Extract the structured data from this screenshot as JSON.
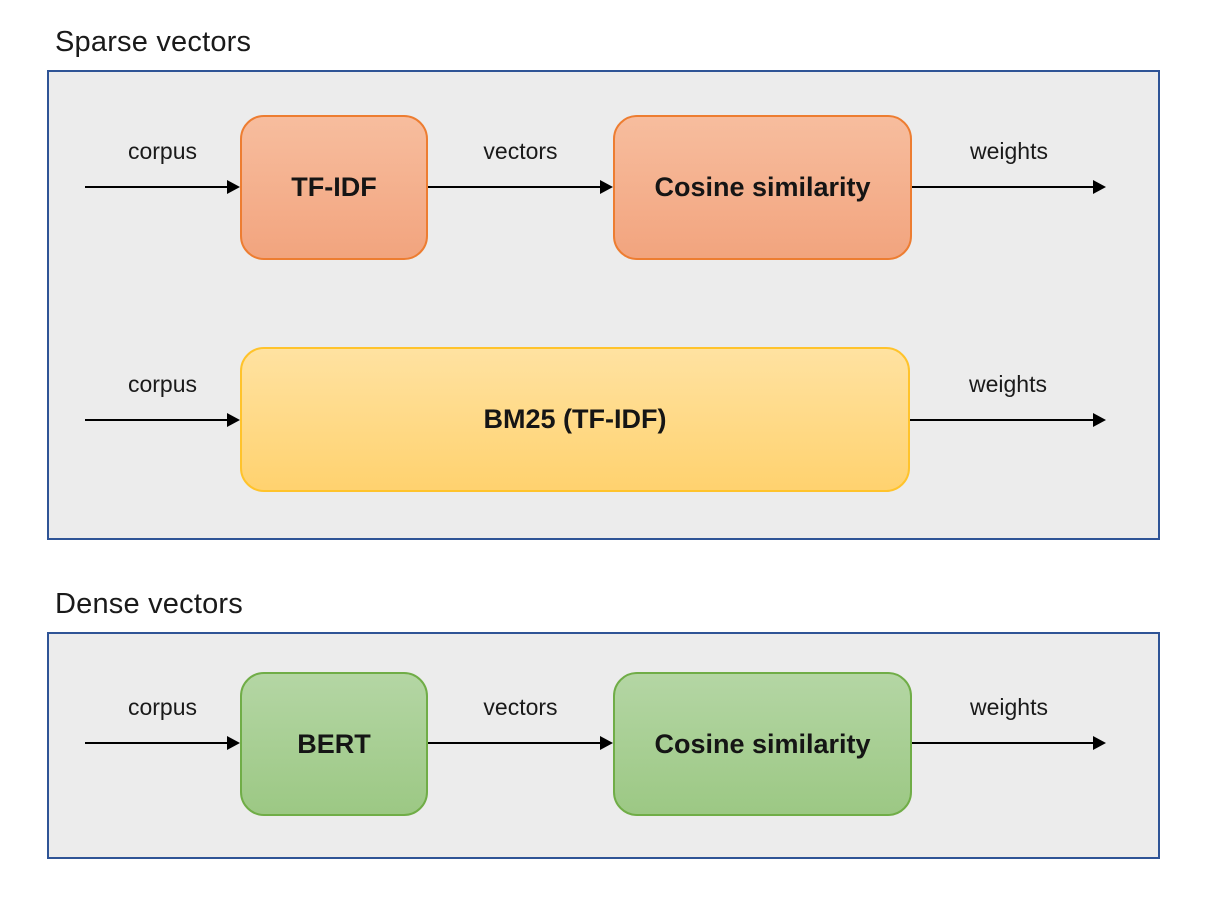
{
  "colors": {
    "page_bg": "#ffffff",
    "panel_bg": "#ececec",
    "panel_border": "#2f5496",
    "salmon_top": "#f7bd9e",
    "salmon_bottom": "#f2a47e",
    "salmon_border": "#ed7d31",
    "gold_top": "#ffe2a1",
    "gold_bottom": "#ffd26f",
    "gold_border": "#ffc32b",
    "green_top": "#b4d6a4",
    "green_bottom": "#9cc884",
    "green_border": "#70ad47",
    "arrow_color": "#000000",
    "text_color": "#1a1a1a"
  },
  "sparse": {
    "title": "Sparse vectors",
    "row1": {
      "in_label": "corpus",
      "node1": "TF-IDF",
      "mid_label": "vectors",
      "node2": "Cosine similarity",
      "out_label": "weights"
    },
    "row2": {
      "in_label": "corpus",
      "node1": "BM25 (TF-IDF)",
      "out_label": "weights"
    }
  },
  "dense": {
    "title": "Dense vectors",
    "row1": {
      "in_label": "corpus",
      "node1": "BERT",
      "mid_label": "vectors",
      "node2": "Cosine similarity",
      "out_label": "weights"
    }
  }
}
